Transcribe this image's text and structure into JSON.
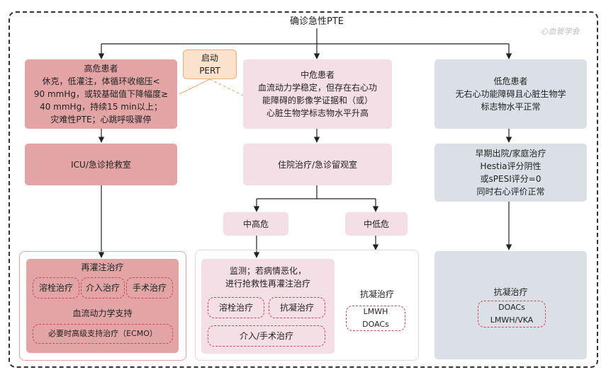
{
  "title": "确诊急性PTE",
  "watermark": "心血管学会",
  "pert": "启动\nPERT",
  "high_risk": {
    "title": "高危患者",
    "desc": "休克，低灌注，体循环收缩压<\n90 mmHg，或较基础值下降幅度≥\n40 mmHg，持续15 min以上；\n灾难性PTE；心跳呼吸骤停",
    "step1": "ICU/急诊抢救室",
    "reperfusion_title": "再灌注治疗",
    "options": [
      "溶栓治疗",
      "介入治疗",
      "手术治疗"
    ],
    "hemo_title": "血流动力学支持",
    "ecmo": "必要时高级支持治疗（ECMO）"
  },
  "mid_risk": {
    "title": "中危患者",
    "desc": "血流动力学稳定，但存在右心功\n能障碍的影像学证据和（或）\n心脏生物学标志物水平升高",
    "step1": "住院治疗/急诊留观室",
    "mid_high": "中高危",
    "mid_low": "中低危",
    "monitor": "监测；若病情恶化，\n进行抢救性再灌注治疗",
    "options": [
      "溶栓治疗",
      "抗凝治疗"
    ],
    "intervention": "介入/手术治疗",
    "anticoag_title": "抗凝治疗",
    "anticoag_drugs": "LMWH\nDOACs"
  },
  "low_risk": {
    "title": "低危患者",
    "desc": "无右心功能障碍且心脏生物学\n标志物水平正常",
    "step1": "早期出院/家庭治疗\nHestia评分阴性\n或sPESI评分=0\n同时右心评价正常",
    "anticoag_title": "抗凝治疗",
    "anticoag_drugs": "DOACs\nLMWH/VKA"
  }
}
